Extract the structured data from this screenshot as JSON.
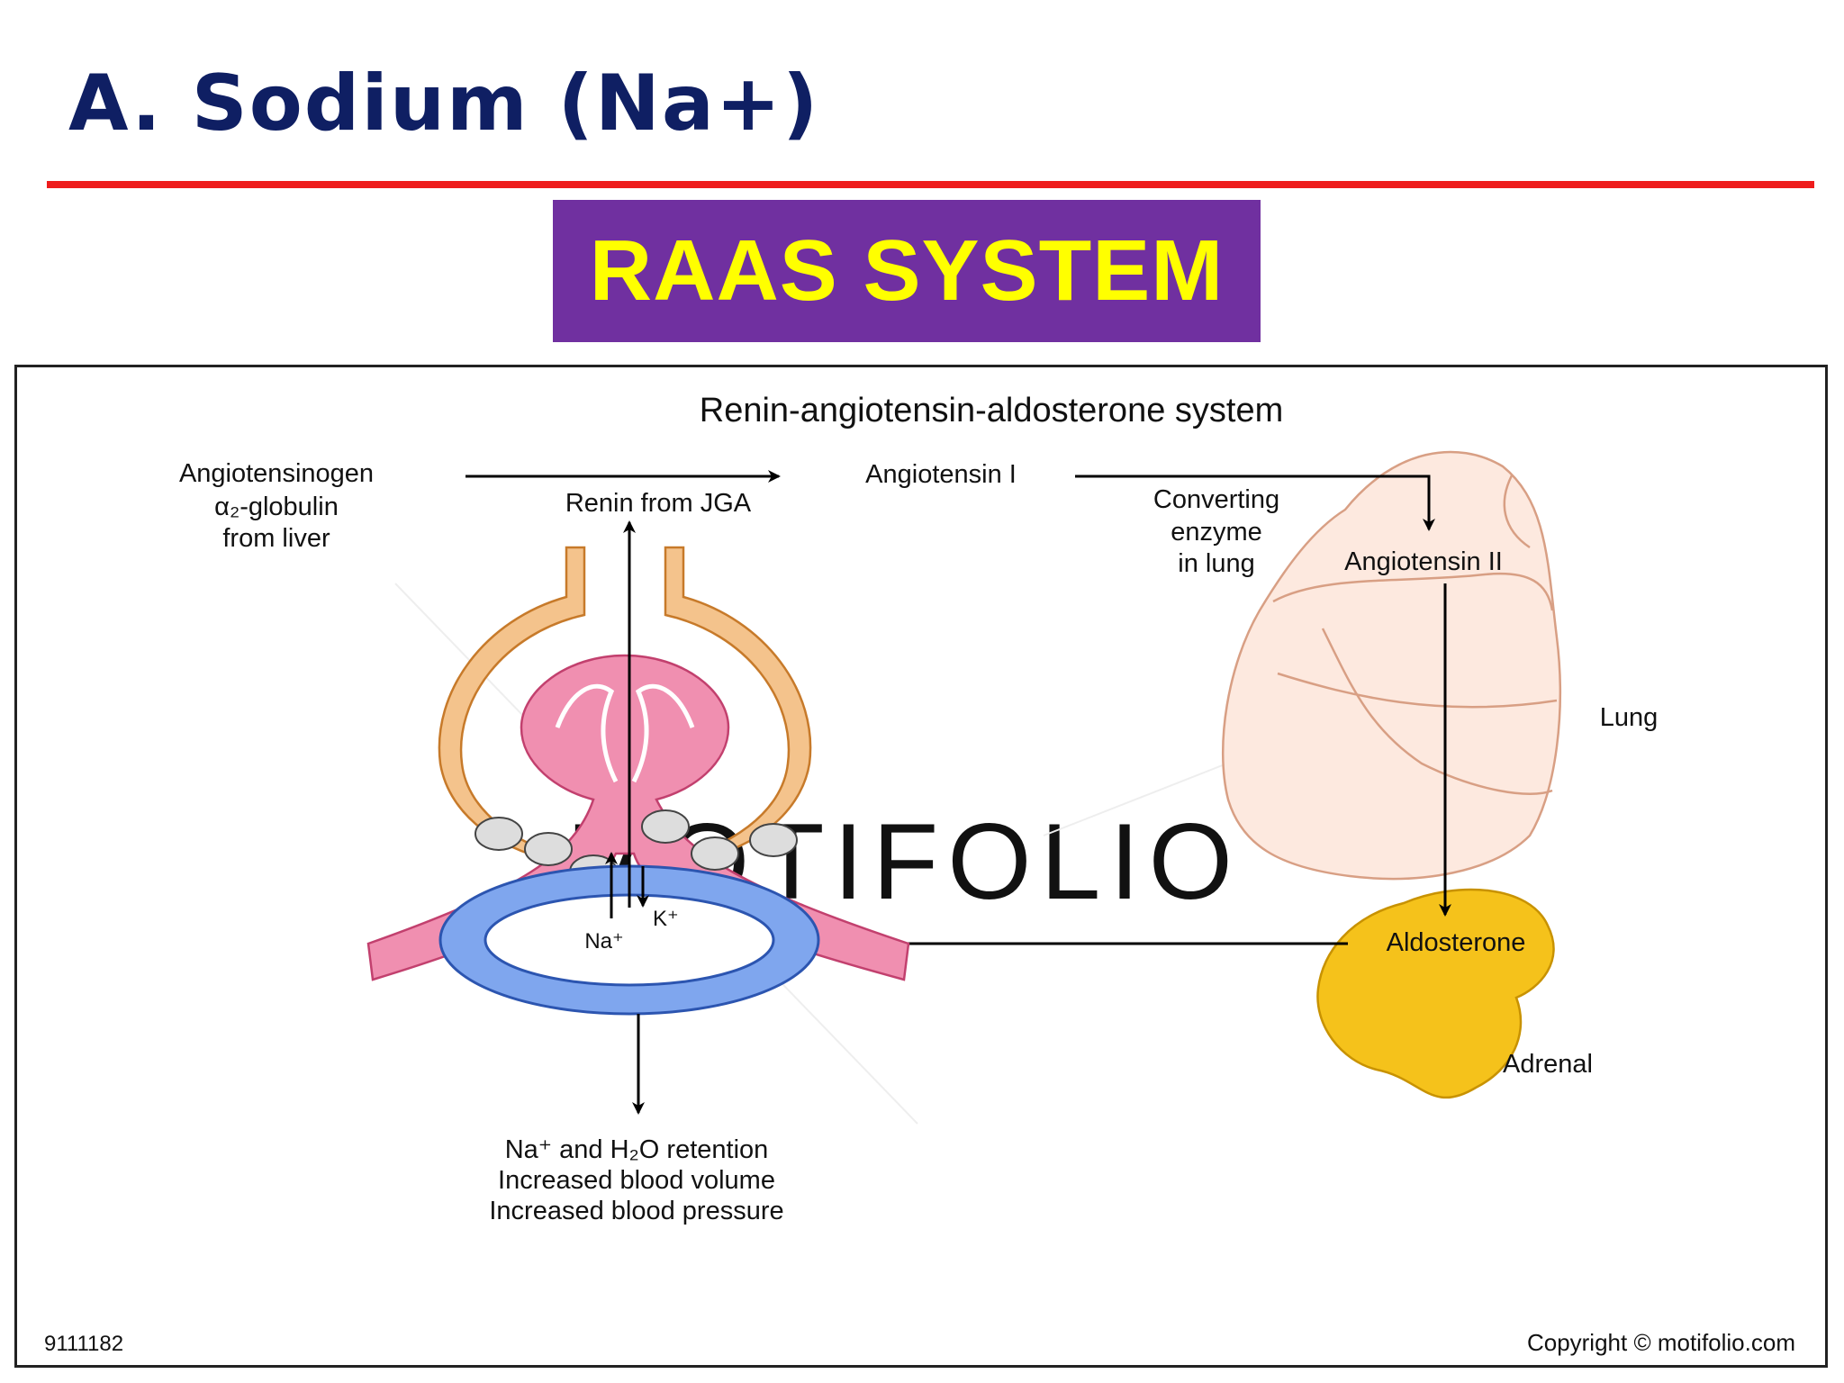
{
  "slide": {
    "title": "A. Sodium (Na+)",
    "banner": "RAAS SYSTEM",
    "colors": {
      "title": "#0f1f63",
      "rule": "#ee1c1c",
      "banner_bg": "#7030a0",
      "banner_text": "#ffff00"
    }
  },
  "figure": {
    "title": "Renin-angiotensin-aldosterone system",
    "labels": {
      "angiotensinogen": [
        "Angiotensinogen",
        "α₂-globulin",
        "from liver"
      ],
      "renin": "Renin from JGA",
      "angiotensin_1": "Angiotensin I",
      "converting_enzyme": [
        "Converting",
        "enzyme",
        "in lung"
      ],
      "angiotensin_2": "Angiotensin II",
      "lung": "Lung",
      "aldosterone": "Aldosterone",
      "adrenal": "Adrenal",
      "k_ion": "K⁺",
      "na_ion": "Na⁺",
      "outcomes": [
        "Na⁺ and H₂O retention",
        "Increased blood volume",
        "Increased blood pressure"
      ],
      "figure_id": "9111182",
      "copyright": "Copyright © motifolio.com",
      "watermark": "MOTIFOLIO"
    },
    "colors": {
      "capsule": "#f4c38c",
      "capsule_stroke": "#c77a2a",
      "arteriole": "#f08fb0",
      "arteriole_stroke": "#c2406e",
      "tubule": "#7fa6ee",
      "tubule_stroke": "#2c55b0",
      "lung": "#fde9df",
      "lung_stroke": "#d89f84",
      "adrenal": "#f5c21b",
      "adrenal_stroke": "#c89200"
    }
  }
}
